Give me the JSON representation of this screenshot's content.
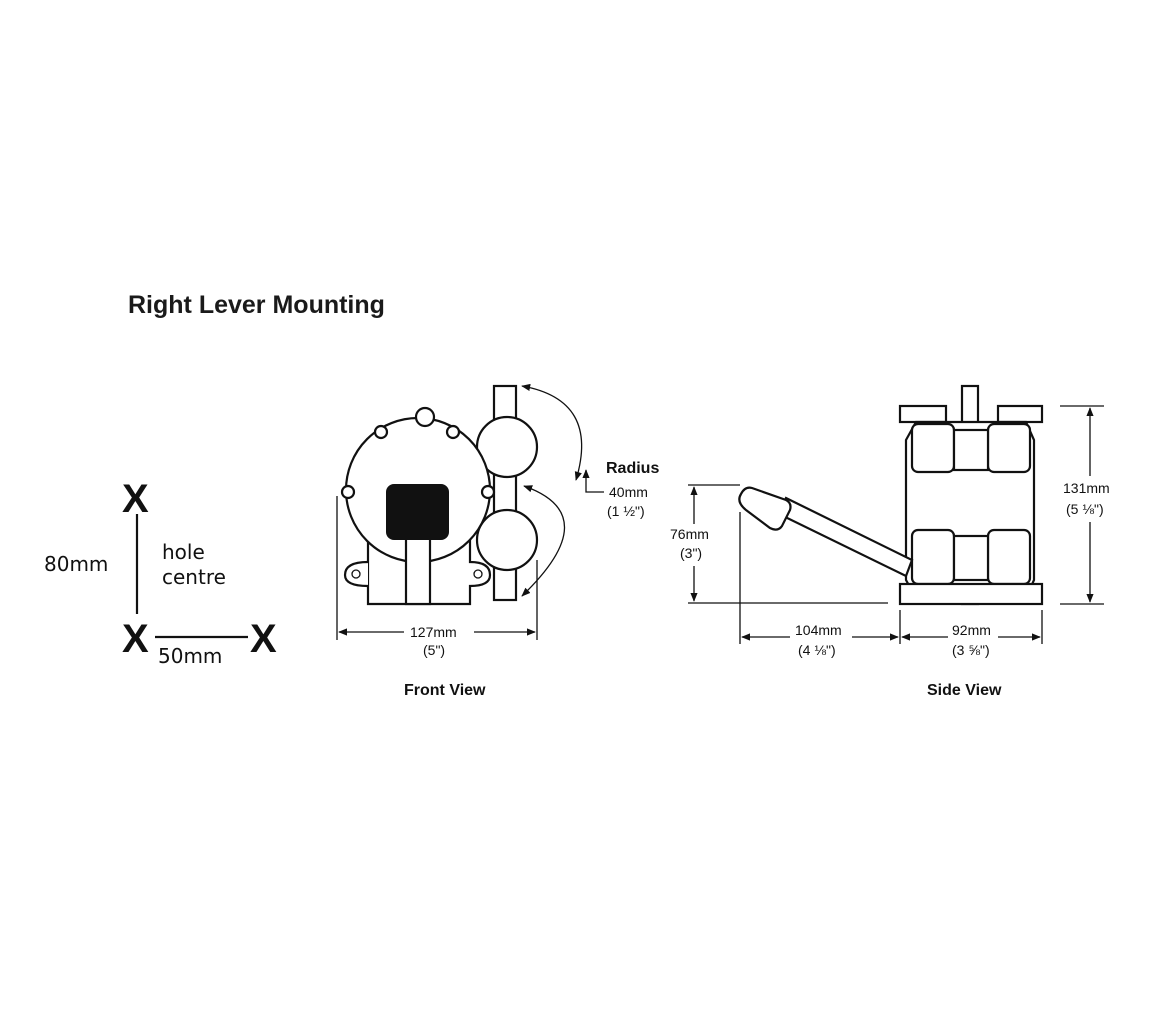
{
  "title": "Right Lever Mounting",
  "hole_pattern": {
    "mark": "X",
    "vertical": "80mm",
    "horizontal": "50mm",
    "label_line1": "hole",
    "label_line2": "centre"
  },
  "front_view": {
    "label": "Front View",
    "width_mm": "127mm",
    "width_in": "(5\")",
    "radius_label": "Radius",
    "radius_mm": "40mm",
    "radius_in": "(1 ½\")"
  },
  "side_view": {
    "label": "Side View",
    "height_mm": "131mm",
    "height_in": "(5 ⅛\")",
    "lever_height_mm": "76mm",
    "lever_height_in": "(3\")",
    "lever_reach_mm": "104mm",
    "lever_reach_in": "(4 ⅛\")",
    "depth_mm": "92mm",
    "depth_in": "(3 ⅝\")"
  }
}
